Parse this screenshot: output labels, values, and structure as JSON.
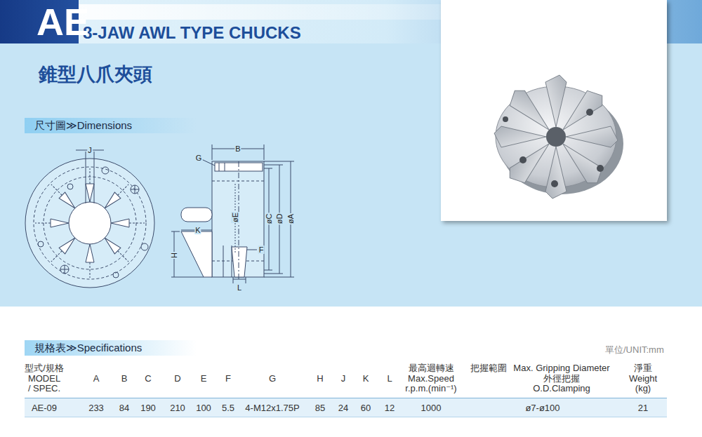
{
  "diagram": {
    "title": "8-JAW AWL TYPE CHUCKS",
    "nodes": [
      {
        "text": [
          "尺寸圖≫Dimensions"
        ]
      },
      {
        "text": [
          "規格表≫Specifications"
        ]
      }
    ],
    "labels": [
      "AE",
      "錐型八爪夾頭",
      "J",
      "G",
      "B",
      "øE",
      "øC",
      "øD",
      "øA",
      "K",
      "H",
      "F",
      "L",
      "單位/UNIT:mm",
      "型式/規格",
      "MODEL",
      "/ SPEC.",
      "A",
      "B",
      "C",
      "D",
      "E",
      "F",
      "G",
      "H",
      "J",
      "K",
      "L",
      "最高迴轉速",
      "Max.Speed",
      "r.p.m.(min⁻¹)",
      "把握範圍",
      "Max. Gripping Diameter",
      "外徑把握",
      "O.D.Clamping",
      "淨重",
      "Weight",
      "(kg)",
      "AE-09",
      "233",
      "84",
      "190",
      "210",
      "100",
      "5.5",
      "4-M12x1.75P",
      "85",
      "24",
      "60",
      "12",
      "1000",
      "ø7-ø100",
      "21"
    ]
  }
}
